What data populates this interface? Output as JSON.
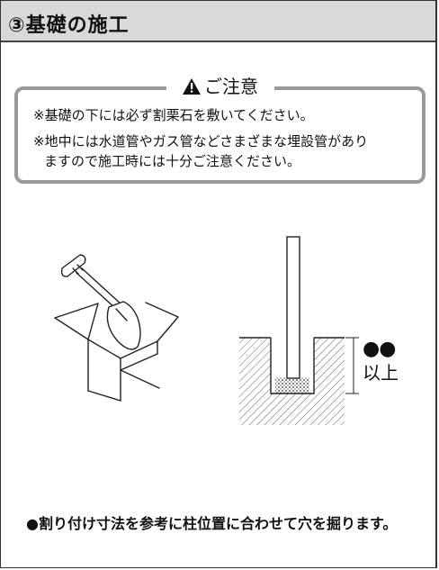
{
  "header": {
    "title": "③基礎の施工"
  },
  "caution": {
    "title": "ご注意",
    "lines": [
      "※基礎の下には必ず割栗石を敷いてください。",
      "※地中には水道管やガス管などさまざまな埋設管があり",
      "ますので施工時には十分ご注意ください。"
    ],
    "border_color": "#9a9a9a"
  },
  "figure": {
    "depth_marker": "●●",
    "depth_suffix": "以上"
  },
  "footer": {
    "note": "●割り付け寸法を参考に柱位置に合わせて穴を掘ります。"
  }
}
